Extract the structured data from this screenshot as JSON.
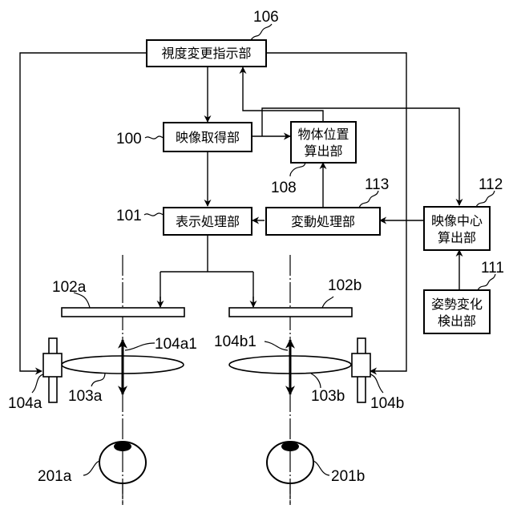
{
  "diagram": {
    "blocks": {
      "b106": {
        "ref": "106",
        "lines": [
          "視度変更指示部"
        ]
      },
      "b100": {
        "ref": "100",
        "lines": [
          "映像取得部"
        ]
      },
      "b108": {
        "ref": "108",
        "lines": [
          "物体位置",
          "算出部"
        ]
      },
      "b101": {
        "ref": "101",
        "lines": [
          "表示処理部"
        ]
      },
      "b113": {
        "ref": "113",
        "lines": [
          "変動処理部"
        ]
      },
      "b112": {
        "ref": "112",
        "lines": [
          "映像中心",
          "算出部"
        ]
      },
      "b111": {
        "ref": "111",
        "lines": [
          "姿勢変化",
          "検出部"
        ]
      }
    },
    "components": {
      "display_left": "102a",
      "display_right": "102b",
      "lens_left": "103a",
      "lens_right": "103b",
      "actuator_left": "104a",
      "actuator_right": "104b",
      "movement_left": "104a1",
      "movement_right": "104b1",
      "eye_left": "201a",
      "eye_right": "201b"
    },
    "connections": [
      {
        "from": "視度変更指示部",
        "to": "映像取得部"
      },
      {
        "from": "視度変更指示部",
        "to": "104a"
      },
      {
        "from": "視度変更指示部",
        "to": "104b"
      },
      {
        "from": "映像取得部",
        "to": "物体位置算出部"
      },
      {
        "from": "映像取得部",
        "to": "映像中心算出部"
      },
      {
        "from": "映像取得部",
        "to": "表示処理部"
      },
      {
        "from": "物体位置算出部",
        "to": "視度変更指示部"
      },
      {
        "from": "変動処理部",
        "to": "物体位置算出部"
      },
      {
        "from": "変動処理部",
        "to": "表示処理部"
      },
      {
        "from": "映像中心算出部",
        "to": "変動処理部"
      },
      {
        "from": "姿勢変化検出部",
        "to": "映像中心算出部"
      },
      {
        "from": "表示処理部",
        "to": "102a"
      },
      {
        "from": "表示処理部",
        "to": "102b"
      }
    ]
  }
}
